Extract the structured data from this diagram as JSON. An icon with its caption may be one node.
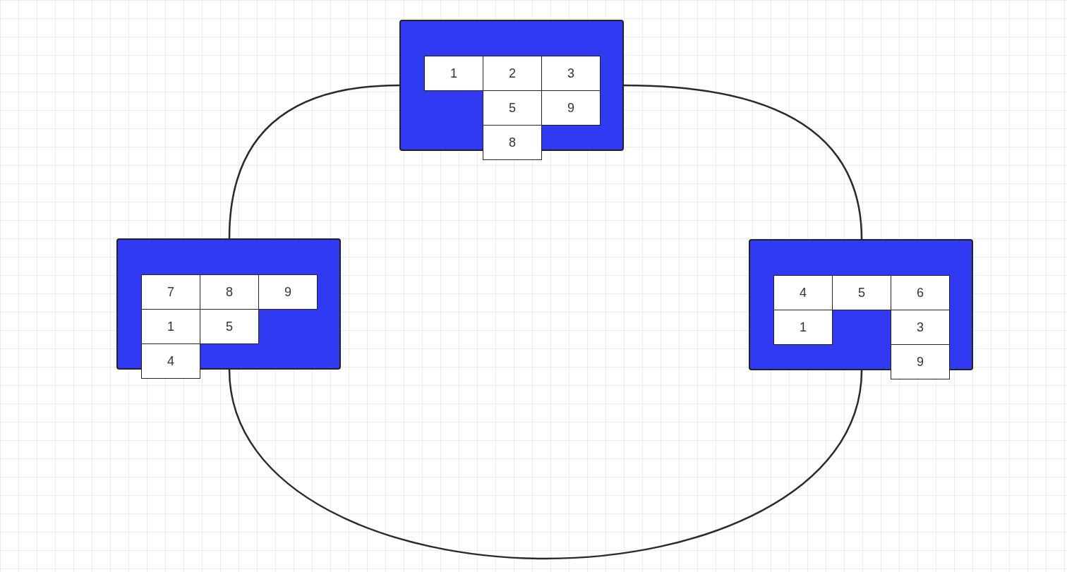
{
  "diagram": {
    "nodes": [
      {
        "text": [],
        "shape": "box"
      },
      {
        "text": [
          "1"
        ],
        "in": 0
      },
      {
        "text": [
          "2"
        ],
        "in": 0
      },
      {
        "text": [
          "3"
        ],
        "in": 0
      },
      {
        "text": [
          "5"
        ],
        "in": 0
      },
      {
        "text": [
          "9"
        ],
        "in": 0
      },
      {
        "text": [
          "8"
        ]
      },
      {
        "text": [],
        "shape": "box"
      },
      {
        "text": [
          "7"
        ],
        "in": 7
      },
      {
        "text": [
          "8"
        ],
        "in": 7
      },
      {
        "text": [
          "9"
        ],
        "in": 7
      },
      {
        "text": [
          "1"
        ],
        "in": 7
      },
      {
        "text": [
          "5"
        ],
        "in": 7
      },
      {
        "text": [
          "4"
        ]
      },
      {
        "text": [],
        "shape": "box"
      },
      {
        "text": [
          "4"
        ],
        "in": 14
      },
      {
        "text": [
          "5"
        ],
        "in": 14
      },
      {
        "text": [
          "6"
        ],
        "in": 14
      },
      {
        "text": [
          "1"
        ],
        "in": 14
      },
      {
        "text": [
          "3"
        ],
        "in": 14
      },
      {
        "text": [
          "9"
        ]
      }
    ],
    "edges": [
      {
        "from": 0,
        "to": 7,
        "arrow": "none"
      },
      {
        "from": 0,
        "to": 14,
        "arrow": "none"
      },
      {
        "from": 7,
        "to": 14,
        "arrow": "none"
      }
    ]
  }
}
